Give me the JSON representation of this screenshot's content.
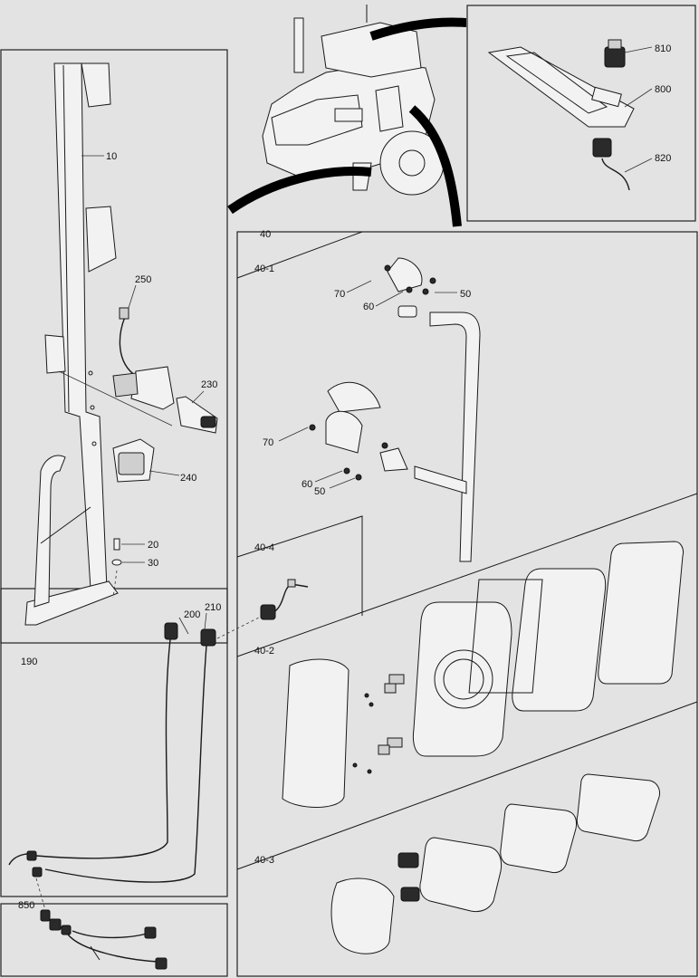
{
  "callouts": {
    "c10": "10",
    "c20": "20",
    "c30": "30",
    "c250": "250",
    "c230": "230",
    "c240": "240",
    "c190": "190",
    "c200": "200",
    "c210": "210",
    "c850": "850",
    "c810": "810",
    "c800": "800",
    "c820": "820",
    "c40": "40",
    "c40_1": "40-1",
    "c40_2": "40-2",
    "c40_3": "40-3",
    "c40_4": "40-4",
    "c70a": "70",
    "c50a": "50",
    "c60a": "60",
    "c70b": "70",
    "c60b": "60",
    "c50b": "50"
  }
}
